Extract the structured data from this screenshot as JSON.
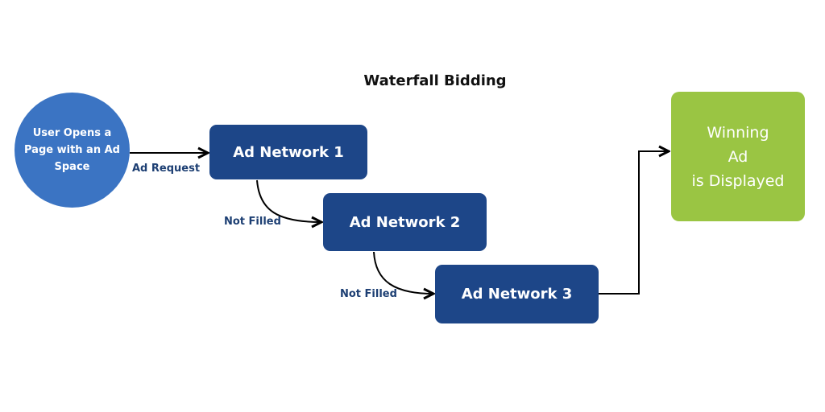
{
  "title": "Waterfall Bidding",
  "nodes": {
    "start": "User Opens a Page with an Ad Space",
    "network1": "Ad Network 1",
    "network2": "Ad Network 2",
    "network3": "Ad Network 3",
    "result_lines": [
      "Winning",
      "Ad",
      "is Displayed"
    ]
  },
  "edges": {
    "ad_request": "Ad Request",
    "not_filled_1": "Not Filled",
    "not_filled_2": "Not Filled"
  },
  "colors": {
    "start": "#3b74c3",
    "network": "#1d4688",
    "result": "#9ac543",
    "edge_label": "#1d3f73"
  }
}
